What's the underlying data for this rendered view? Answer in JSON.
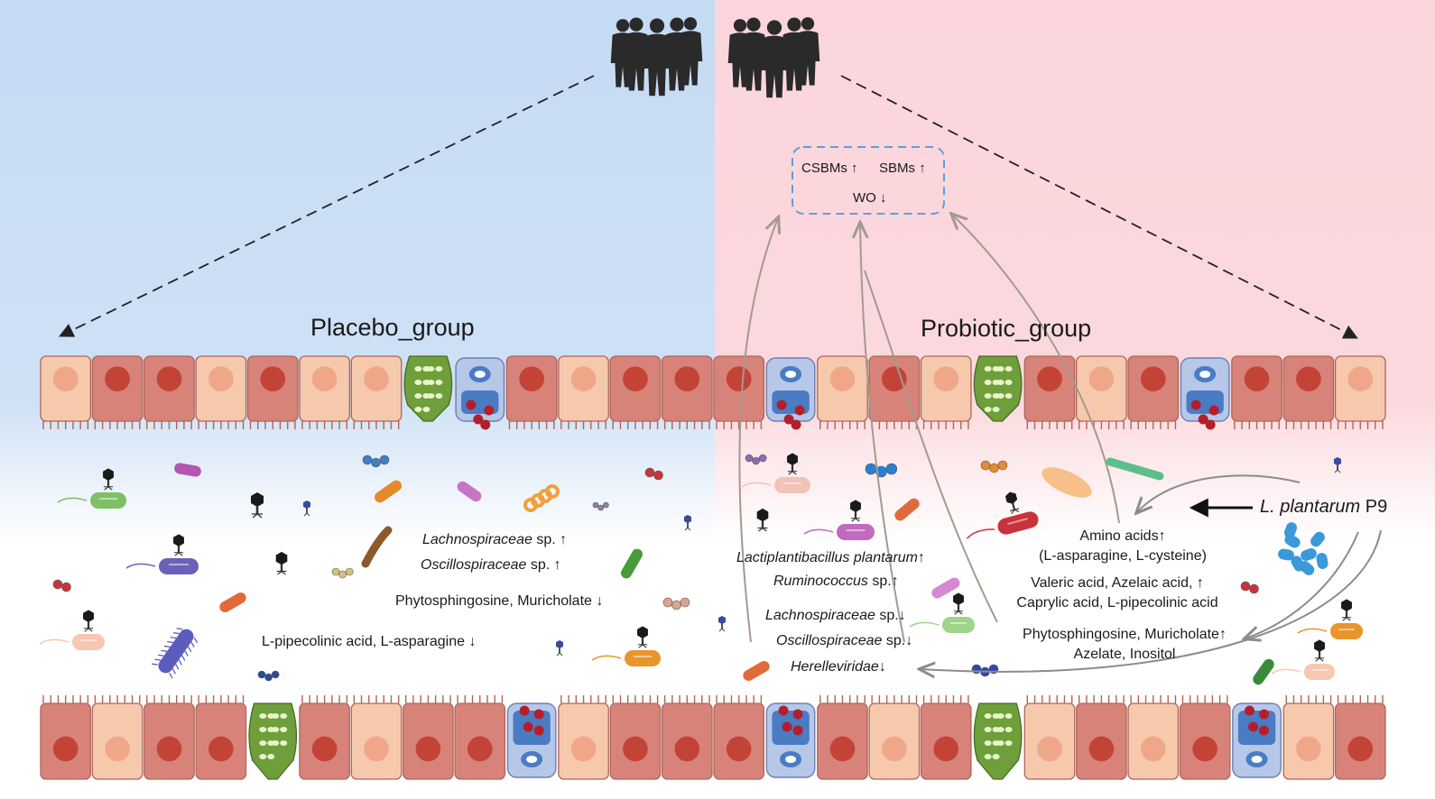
{
  "colors": {
    "placebo_bg": "#c6dcf3",
    "probiotic_bg": "#fbd6dc",
    "indicator_box": "#5aa0dc",
    "curve_arrows": "#a39a8f",
    "goblet_cell": "#6e9f3a",
    "paneth_cell": "#4a7cc4",
    "cell_dark": "#d8837a",
    "cell_light": "#f6c9ad"
  },
  "icons": [
    "people-group-icon",
    "epithelium-cells",
    "goblet-cell",
    "paneth-cell",
    "bacteria-icons",
    "phage-icons",
    "lactobacillus-icon"
  ],
  "placebo": {
    "title": "Placebo_group",
    "microbes": [
      {
        "name": "Lachnospiraceae",
        "suffix": " sp.",
        "trend": "↑"
      },
      {
        "name": "Oscillospiraceae",
        "suffix": " sp.",
        "trend": "↑"
      }
    ],
    "metabolites": [
      {
        "text": "Phytosphingosine, Muricholate",
        "trend": "↓"
      },
      {
        "text": "L-pipecolinic acid, L-asparagine",
        "trend": "↓"
      }
    ]
  },
  "probiotic": {
    "title": "Probiotic_group",
    "indicators": {
      "csbms": "CSBMs",
      "csbms_trend": "↑",
      "sbms": "SBMs",
      "sbms_trend": "↑",
      "wo": "WO",
      "wo_trend": "↓"
    },
    "microbes": [
      {
        "name": "Lactiplantibacillus plantarum",
        "suffix": "",
        "trend": "↑"
      },
      {
        "name": "Ruminococcus",
        "suffix": " sp.",
        "trend": "↑"
      },
      {
        "name": "Lachnospiraceae",
        "suffix": " sp.",
        "trend": "↓"
      },
      {
        "name": "Oscillospiraceae",
        "suffix": " sp.",
        "trend": "↓"
      },
      {
        "name": "Herelleviridae",
        "suffix": "",
        "trend": "↓"
      }
    ],
    "metabolites": {
      "amino_title": "Amino acids",
      "amino_trend": "↑",
      "amino_detail": "(L-asparagine, L-cysteine)",
      "acids_line1": "Valeric acid, Azelaic acid,",
      "acids_trend": "↑",
      "acids_line2": "Caprylic acid, L-pipecolinic acid",
      "lipid_line1": "Phytosphingosine, Muricholate",
      "lipid_trend": "↑",
      "lipid_line2": "Azelate, Inositol"
    },
    "strain": {
      "species": "L. plantarum",
      "code": " P9"
    }
  }
}
